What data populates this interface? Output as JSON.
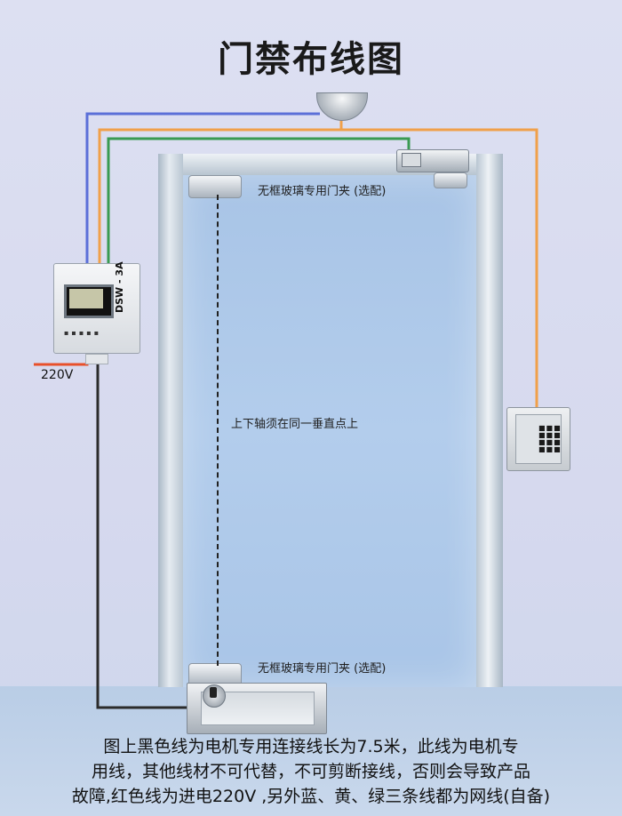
{
  "title": "门禁布线图",
  "clamp_label_top": "无框玻璃专用门夹 (选配)",
  "clamp_label_bottom": "无框玻璃专用门夹 (选配)",
  "axis_label": "上下轴须在同一垂直点上",
  "controller_model": "DSW - 3A",
  "voltage_label": "220V",
  "note_lines": [
    "图上黑色线为电机专用连接线长为7.5米，此线为电机专",
    "用线，其他线材不可代替，不可剪断接线，否则会导致产品",
    "故障,红色线为进电220V ,另外蓝、黄、绿三条线都为网线(自备)"
  ],
  "wire_colors": {
    "black": "#2b2b2b",
    "red": "#e8502a",
    "blue": "#5b6fd8",
    "yellow": "#f0a04a",
    "green": "#3a9a52"
  },
  "icons": [
    "door-sensor-icon",
    "controller-icon",
    "keypad-icon",
    "electric-lock-icon",
    "floor-motor-icon"
  ]
}
